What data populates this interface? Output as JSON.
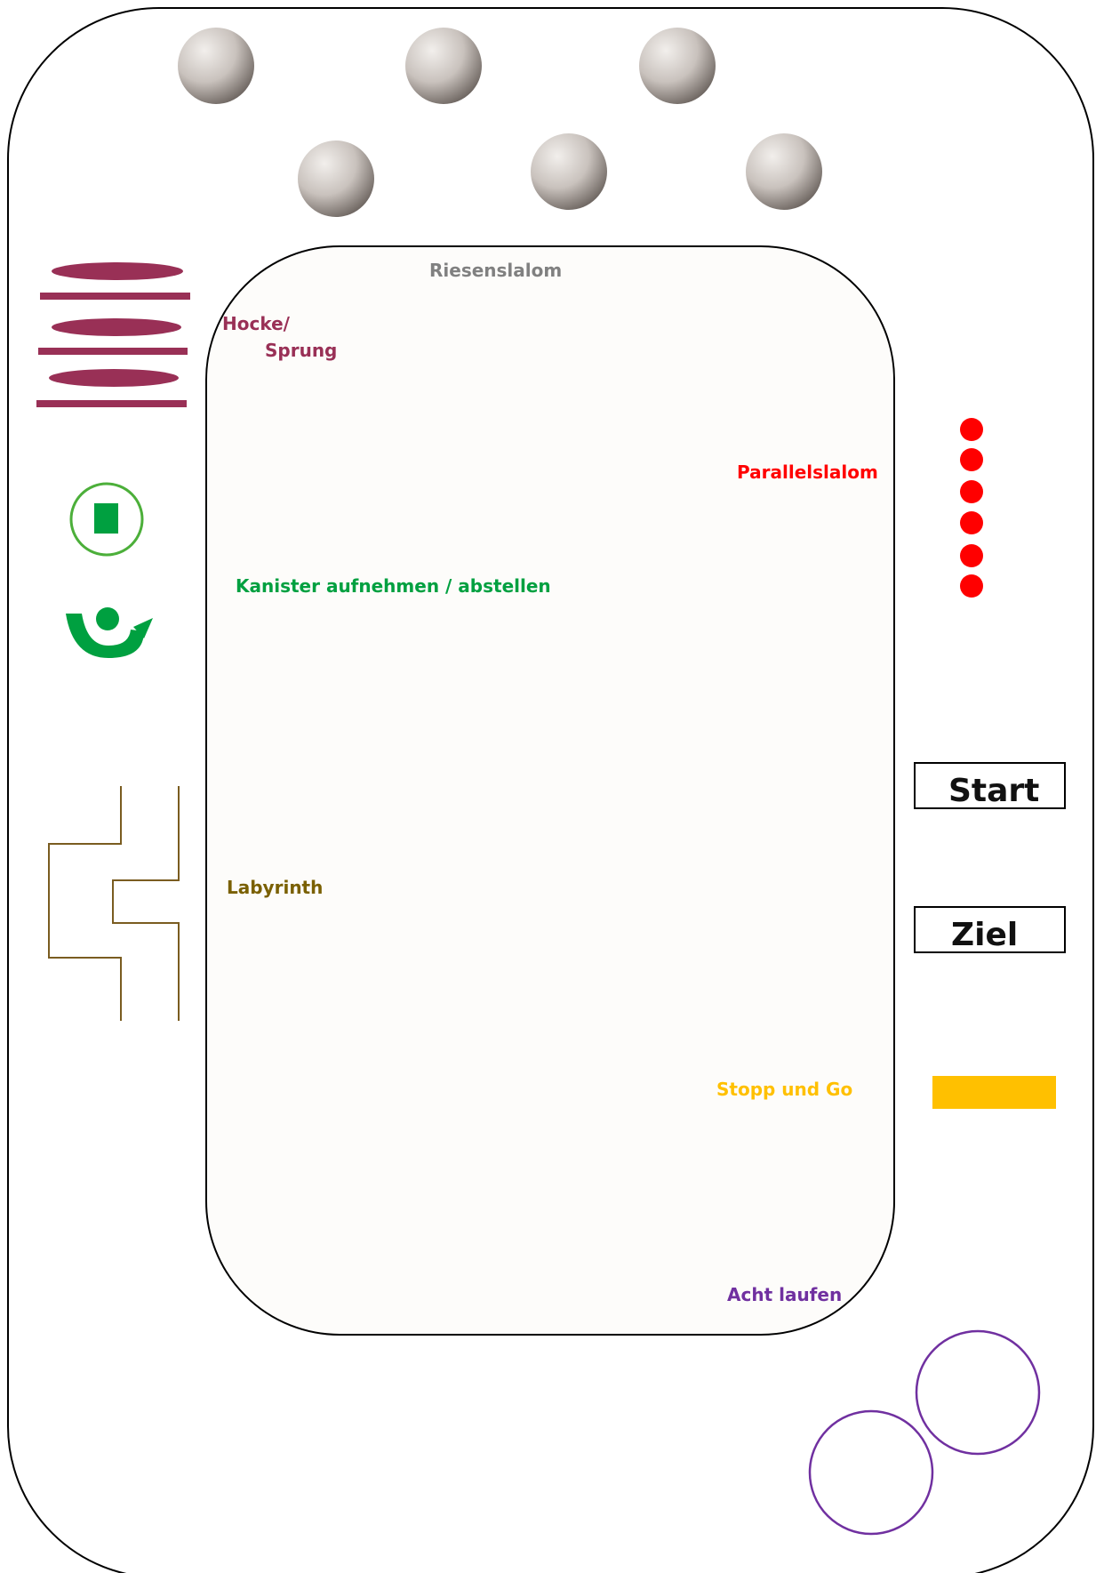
{
  "stations": {
    "riesenslalom": "Riesenslalom",
    "hocke_line1": "Hocke/",
    "hocke_line2": "Sprung",
    "parallelslalom": "Parallelslalom",
    "kanister": "Kanister aufnehmen / abstellen",
    "labyrinth": "Labyrinth",
    "stopp_und_go": "Stopp und Go",
    "acht_laufen": "Acht laufen"
  },
  "markers": {
    "start": "Start",
    "ziel": "Ziel"
  },
  "colors": {
    "riesenslalom": "#808080",
    "hocke": "#993056",
    "parallelslalom": "#ff0000",
    "kanister": "#00a040",
    "labyrinth": "#7a5c20",
    "labyrinth_text": "#7a6000",
    "stopp_und_go": "#ffc000",
    "acht_laufen": "#7030a0"
  },
  "icons": {
    "riesenslalom": "gray-ball-icon",
    "hocke": "hurdle-bars-icon",
    "kanister": "canister-circle-icon",
    "kanister_pickup": "person-arrow-icon",
    "parallelslalom": "red-dots-icon",
    "labyrinth": "maze-icon",
    "stopp_und_go": "yellow-bar-icon",
    "acht_laufen": "figure-eight-circles-icon"
  }
}
